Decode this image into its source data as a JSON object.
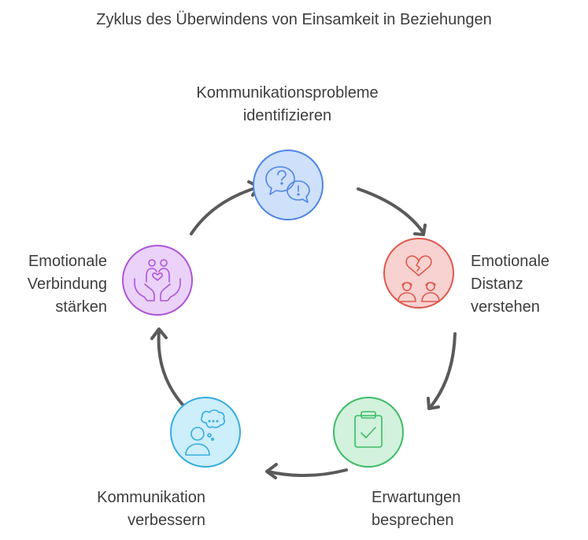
{
  "title": "Zyklus des Überwindens von Einsamkeit in Beziehungen",
  "steps": [
    {
      "line1": "Kommunikationsprobleme",
      "line2": "identifizieren",
      "icon": "speech-bubbles-question-exclamation-icon",
      "fill": "#cfe0fb",
      "stroke": "#4f86e6"
    },
    {
      "line1": "Emotionale",
      "line2": "Distanz",
      "line3": "verstehen",
      "icon": "broken-heart-two-people-icon",
      "fill": "#f8d2d0",
      "stroke": "#e0584d"
    },
    {
      "line1": "Erwartungen",
      "line2": "besprechen",
      "icon": "clipboard-check-icon",
      "fill": "#d2f2dd",
      "stroke": "#3dbb68"
    },
    {
      "line1": "Kommunikation",
      "line2": "verbessern",
      "icon": "person-thought-bubble-icon",
      "fill": "#cdeefb",
      "stroke": "#36ace0"
    },
    {
      "line1": "Emotionale",
      "line2": "Verbindung",
      "line3": "stärken",
      "icon": "family-heart-hands-icon",
      "fill": "#ead2f8",
      "stroke": "#ad55db"
    }
  ]
}
